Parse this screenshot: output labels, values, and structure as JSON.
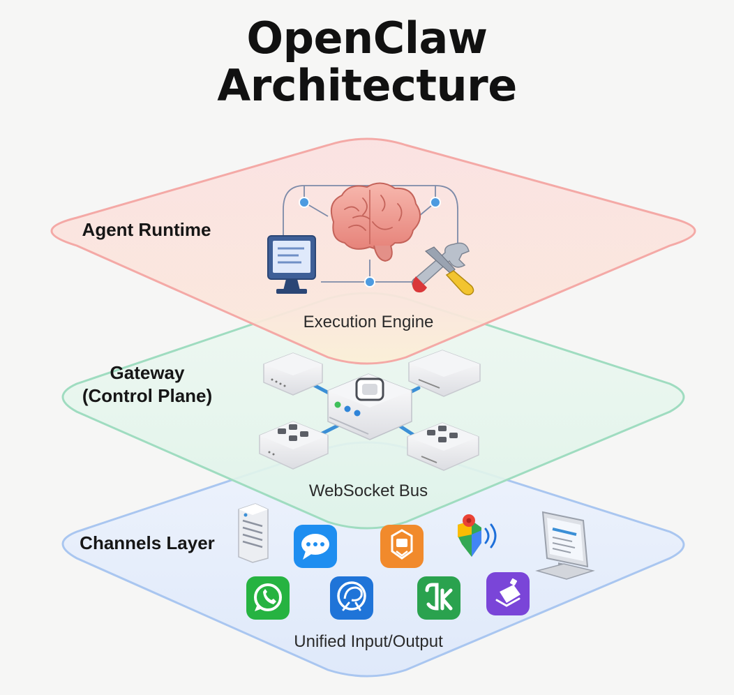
{
  "title": {
    "line1": "OpenClaw",
    "line2": "Architecture"
  },
  "layers": {
    "agent_runtime": {
      "label": "Agent Runtime",
      "caption": "Execution Engine",
      "color": "#f4a9a6",
      "icons": [
        "brain-icon",
        "monitor-icon",
        "tools-icon",
        "network-node-icon"
      ]
    },
    "gateway": {
      "label_line1": "Gateway",
      "label_line2": "(Control Plane)",
      "caption": "WebSocket Bus",
      "color": "#9fdcc0",
      "icons": [
        "central-router-icon",
        "server-box-icon",
        "switch-icon"
      ]
    },
    "channels": {
      "label": "Channels Layer",
      "caption": "Unified Input/Output",
      "color": "#a9c6f0",
      "icons": [
        "server-tower-icon",
        "chat-bubble-icon",
        "orange-app-icon",
        "google-maps-icon",
        "desktop-monitor-icon",
        "whatsapp-icon",
        "signal-app-icon",
        "slack-app-icon",
        "purple-app-icon"
      ]
    }
  },
  "colors": {
    "background": "#f6f6f5",
    "red_layer": "#f4a9a6",
    "green_layer": "#9fdcc0",
    "blue_layer": "#a9c6f0",
    "connector": "#3b8fd6"
  }
}
